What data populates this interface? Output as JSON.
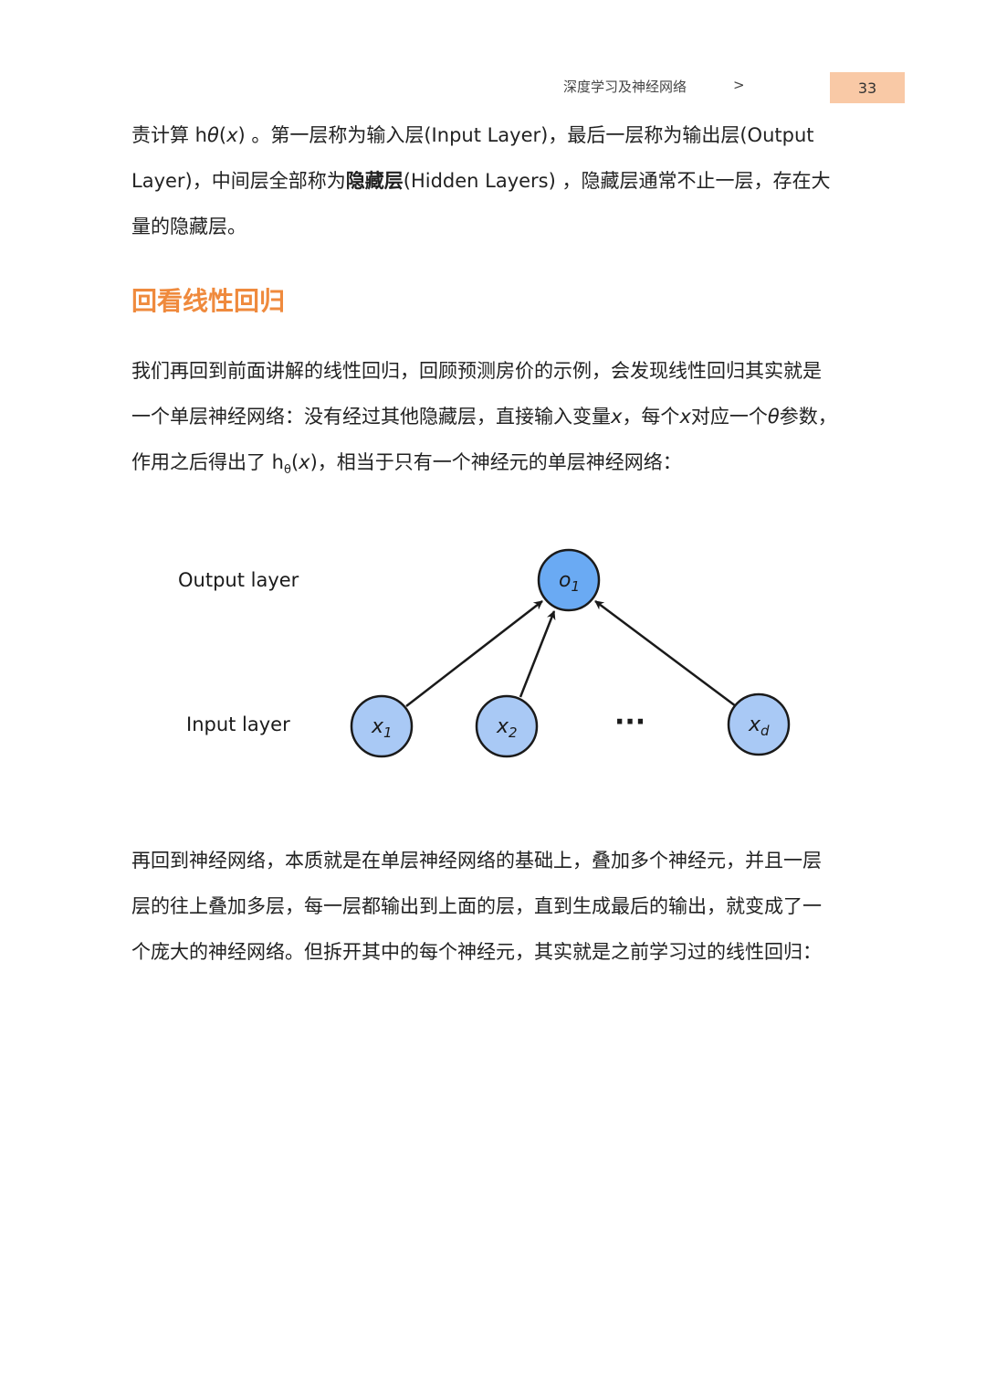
{
  "header": {
    "title": "深度学习及神经网络",
    "arrow": ">",
    "page_number": "33"
  },
  "paragraph1": {
    "l1_a": "责计算 h",
    "l1_theta": "θ",
    "l1_b": "(",
    "l1_x": "x",
    "l1_c": ") 。第一层称为输入层(Input Layer)，最后一层称为输出层(Output",
    "l2_a": "Layer)，中间层全部称为",
    "l2_bold": "隐藏层",
    "l2_b": "(Hidden Layers) ，隐藏层通常不止一层，存在大",
    "l3": "量的隐藏层。"
  },
  "section": {
    "title": "回看线性回归"
  },
  "paragraph2": {
    "l1": "我们再回到前面讲解的线性回归，回顾预测房价的示例，会发现线性回归其实就是",
    "l2_a": "一个单层神经网络：没有经过其他隐藏层，直接输入变量",
    "l2_x1": "x",
    "l2_b": "，每个",
    "l2_x2": "x",
    "l2_c": "对应一个",
    "l2_theta": "θ",
    "l2_d": "参数，",
    "l3_a": "作用之后得出了 h",
    "l3_sub": "θ",
    "l3_b": "(",
    "l3_x": "x",
    "l3_c": ")，相当于只有一个神经元的单层神经网络："
  },
  "diagram": {
    "output_layer_label": "Output layer",
    "input_layer_label": "Input layer",
    "output_node": {
      "base": "o",
      "sub": "1"
    },
    "input_nodes": [
      {
        "base": "x",
        "sub": "1"
      },
      {
        "base": "x",
        "sub": "2"
      },
      {
        "base": "x",
        "sub": "d"
      }
    ],
    "ellipsis": "···",
    "node_fill": "#a9c9f5",
    "output_node_fill": "#6aaaf3",
    "node_stroke": "#1a1a1a"
  },
  "paragraph3": {
    "l1": "再回到神经网络，本质就是在单层神经网络的基础上，叠加多个神经元，并且一层",
    "l2": "层的往上叠加多层，每一层都输出到上面的层，直到生成最后的输出，就变成了一",
    "l3": "个庞大的神经网络。但拆开其中的每个神经元，其实就是之前学习过的线性回归："
  }
}
